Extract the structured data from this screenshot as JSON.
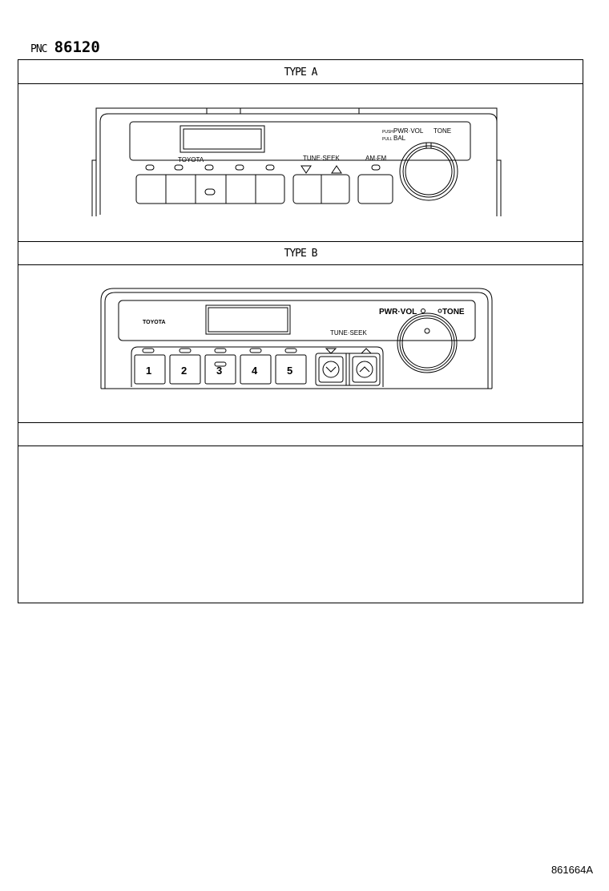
{
  "header": {
    "pnc_label": "PNC",
    "pnc_number": "86120"
  },
  "sections": [
    {
      "title": "TYPE A"
    },
    {
      "title": "TYPE B"
    }
  ],
  "type_a": {
    "brand": "TOYOTA",
    "knob_label_push": "PUSH",
    "knob_label_main": "PWR·VOL",
    "knob_label_tone": "TONE",
    "knob_label_pull": "PULL",
    "knob_label_bal": "BAL",
    "tune_seek": "TUNE·SEEK",
    "am_fm": "AM·FM"
  },
  "type_b": {
    "brand": "TOYOTA",
    "knob_label_main": "PWR·VOL",
    "knob_label_tone": "TONE",
    "tune_seek": "TUNE·SEEK",
    "presets": [
      "1",
      "2",
      "3",
      "4",
      "5"
    ]
  },
  "footer": {
    "figure_id": "861664A"
  }
}
